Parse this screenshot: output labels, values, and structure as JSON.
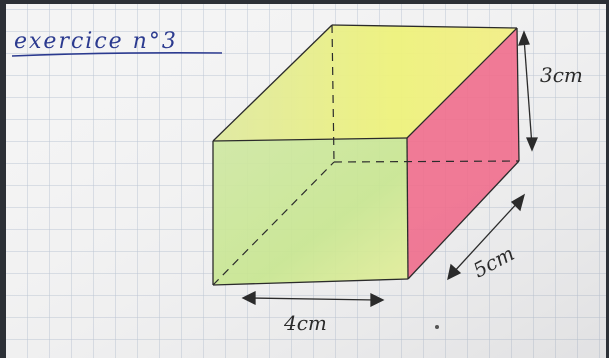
{
  "title": "exercice n°3",
  "dimensions": {
    "height_label": "3cm",
    "width_label": "4cm",
    "depth_label": "5cm"
  },
  "colors": {
    "paper": "#f4f4f4",
    "grid": "#b9c4d3",
    "ink_blue": "#2b3a8f",
    "pencil": "#2b2b2b",
    "top_face": "#e7ef8e",
    "front_face": "#d8ec9c",
    "right_face": "#ef6d8c",
    "dark_border": "#2c3036"
  }
}
